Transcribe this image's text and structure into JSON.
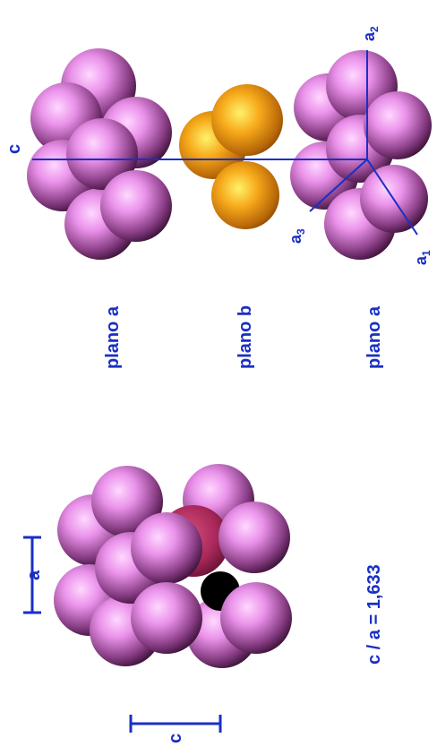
{
  "figure": {
    "top": {
      "plane_labels": [
        "plano a",
        "plano b",
        "plano a"
      ],
      "axis_labels": {
        "c": "c",
        "a1": "a",
        "a1_sub": "1",
        "a2": "a",
        "a2_sub": "2",
        "a3": "a",
        "a3_sub": "3"
      }
    },
    "bottom": {
      "dim_a": "a",
      "dim_c": "c",
      "ratio": "c / a = 1,633"
    }
  },
  "colors": {
    "sphere_pink": "#e68ce6",
    "sphere_gold": "#f0a010",
    "sphere_crimson": "#b0305a",
    "label_blue": "#1a2fc4"
  }
}
